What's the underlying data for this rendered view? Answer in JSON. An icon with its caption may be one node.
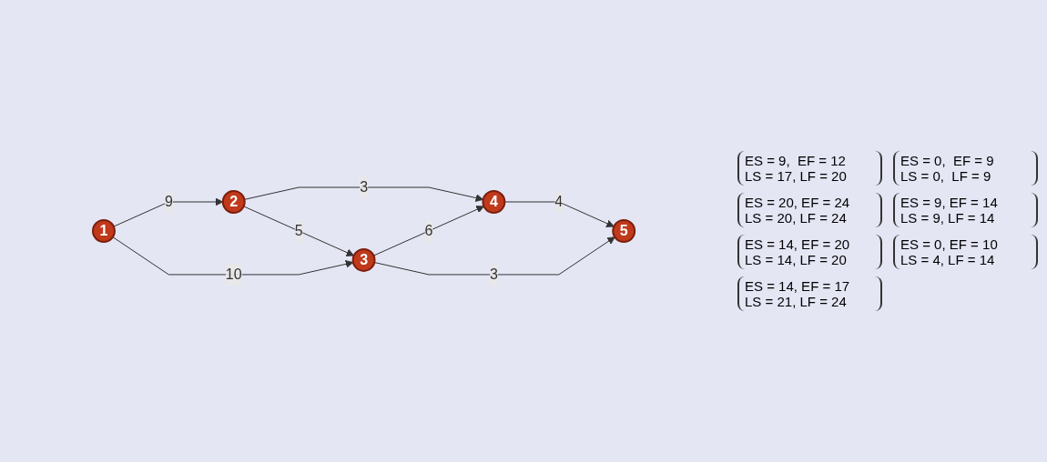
{
  "diagram": {
    "nodes": [
      {
        "text": [
          "1"
        ]
      },
      {
        "text": [
          "2"
        ]
      },
      {
        "text": [
          "3"
        ]
      },
      {
        "text": [
          "4"
        ]
      },
      {
        "text": [
          "5"
        ]
      }
    ],
    "edges": [
      {
        "from": 0,
        "to": 1,
        "arrow": "to",
        "label": "9"
      },
      {
        "from": 0,
        "to": 2,
        "arrow": "to",
        "label": "10"
      },
      {
        "from": 1,
        "to": 3,
        "arrow": "to",
        "label": "3"
      },
      {
        "from": 1,
        "to": 2,
        "arrow": "to",
        "label": "5"
      },
      {
        "from": 2,
        "to": 3,
        "arrow": "to",
        "label": "6"
      },
      {
        "from": 2,
        "to": 4,
        "arrow": "to",
        "label": "3"
      },
      {
        "from": 3,
        "to": 4,
        "arrow": "to",
        "label": "4"
      }
    ],
    "labels": [
      "ES = 9,  EF = 12",
      "LS = 17, LF = 20",
      "ES = 0,  EF = 9",
      "LS = 0,  LF = 9",
      "ES = 20, EF = 24",
      "LS = 20, LF = 24",
      "ES = 9, EF = 14",
      "LS = 9, LF = 14",
      "ES = 14, EF = 20",
      "LS = 14, LF = 20",
      "ES = 0, EF = 10",
      "LS = 4, LF = 14",
      "ES = 14, EF = 17",
      "LS = 21, LF = 24"
    ]
  }
}
